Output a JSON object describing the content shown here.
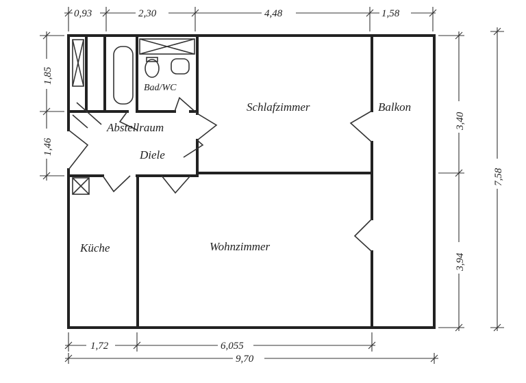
{
  "rooms": {
    "bad_wc": "Bad/WC",
    "schlafzimmer": "Schlafzimmer",
    "balkon": "Balkon",
    "abstellraum": "Abstellraum",
    "diele": "Diele",
    "kueche": "Küche",
    "wohnzimmer": "Wohnzimmer"
  },
  "dimensions": {
    "top": [
      "0,93",
      "2,30",
      "4,48",
      "1,58"
    ],
    "left": [
      "1,85",
      "1,46"
    ],
    "right_segments": [
      "3,40",
      "3,94"
    ],
    "right_total": "7,58",
    "bottom_segments": [
      "1,72",
      "6,055"
    ],
    "bottom_total": "9,70"
  }
}
